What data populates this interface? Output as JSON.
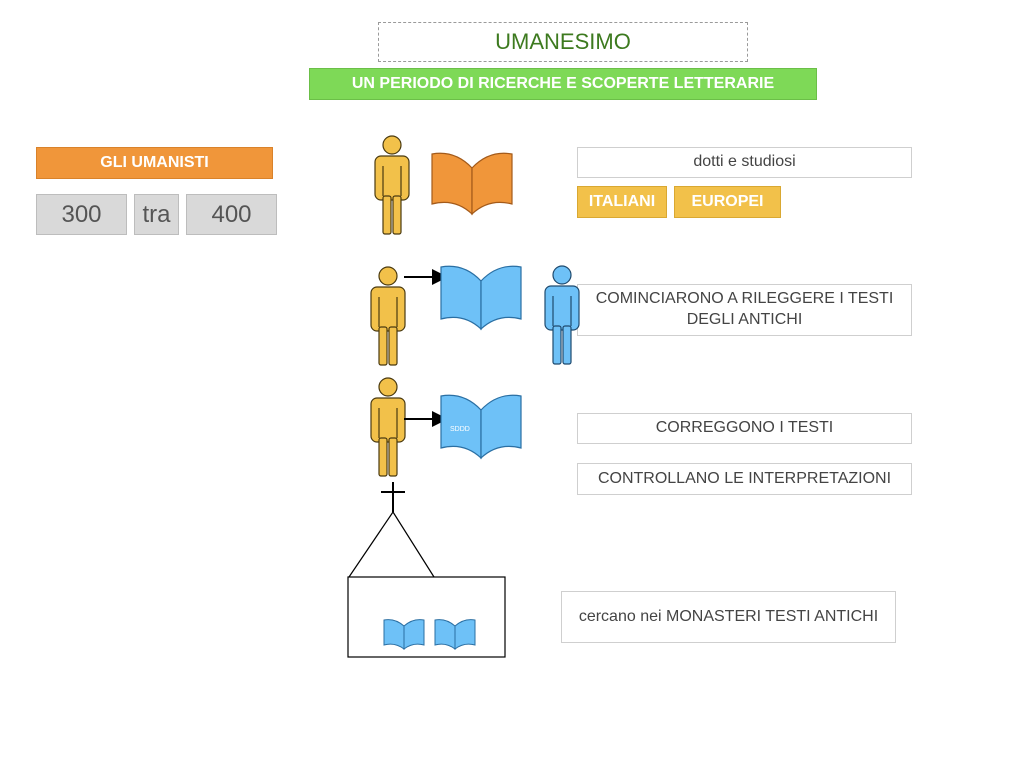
{
  "header": {
    "title": "UMANESIMO",
    "subtitle": "UN PERIODO DI RICERCHE E SCOPERTE LETTERARIE"
  },
  "left_panel": {
    "label": "GLI UMANISTI",
    "period_start": "300",
    "period_word": "tra",
    "period_end": "400"
  },
  "rows": {
    "scholars": {
      "description": "dotti e studiosi",
      "tag_italians": "ITALIANI",
      "tag_europeans": "EUROPEI"
    },
    "reread": {
      "description": "COMINCIARONO A RILEGGERE I TESTI DEGLI ANTICHI"
    },
    "correct": {
      "book_text": "SDDD",
      "description_1": "CORREGGONO I TESTI",
      "description_2": "CONTROLLANO LE INTERPRETAZIONI"
    },
    "monasteries": {
      "description": "cercano nei MONASTERI TESTI ANTICHI"
    }
  },
  "colors": {
    "title_green": "#3d7a1f",
    "subtitle_green": "#7ed957",
    "orange": "#f0963a",
    "yellow": "#f2c14a",
    "blue": "#6ec1f7",
    "gray": "#d9d9d9"
  }
}
